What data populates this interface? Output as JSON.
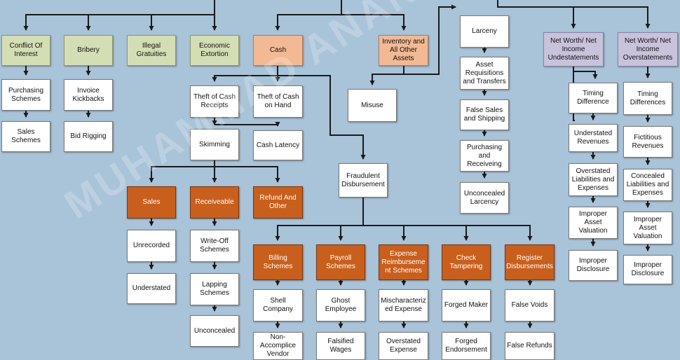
{
  "corruption": {
    "conflict_of_interest": "Conflict Of Interest",
    "purchasing_schemes": "Purchasing Schemes",
    "sales_schemes": "Sales Schemes",
    "bribery": "Bribery",
    "invoice_kickbacks": "Invoice Kickbacks",
    "bid_rigging": "Bid Rigging",
    "illegal_gratuities": "Illegal Gratuities",
    "economic_extortion": "Economic Extortion"
  },
  "cash": {
    "title": "Cash",
    "theft_receipts": "Theft of Cash Receipts",
    "theft_on_hand": "Theft of Cash on Hand",
    "skimming": "Skimming",
    "cash_latency": "Cash Latency",
    "sales": "Sales",
    "receivable": "Receiveable",
    "refund_other": "Refund And Other",
    "unrecorded": "Unrecorded",
    "understated": "Understated",
    "write_off": "Write-Off Schemes",
    "lapping": "Lapping Schemes",
    "unconcealed": "Unconcealed",
    "fraudulent_disbursement": "Fraudulent Disbursement",
    "billing": "Billing Schemes",
    "payroll": "Payroll Schemes",
    "expense": "Expense Reimburseme nt Schemes",
    "check": "Check Tampering",
    "register": "Register Disbursements",
    "shell_company": "Shell Company",
    "non_accomplice": "Non-Accomplice Vendor",
    "ghost_employee": "Ghost Employee",
    "falsified_wages": "Falsified Wages",
    "mischaracterized": "Mischaracteriz ed Expense",
    "overstated_expense": "Overstated Expense",
    "forged_maker": "Forged Maker",
    "forged_endorsement": "Forged Endorsement",
    "false_voids": "False Voids",
    "false_refunds": "False Refunds"
  },
  "inventory": {
    "title": "Inventory and All Other Assets",
    "misuse": "Misuse",
    "larceny": "Larceny",
    "asset_requisitions": "Asset Requisitions and Transfers",
    "false_sales": "False Sales and Shipping",
    "purchasing_receiving": "Purchasing and Receiveing",
    "unconcealed_larceny": "Unconcealed Larcency"
  },
  "financial": {
    "understatements": "Net Worth/ Net Income Undestatements",
    "overstatements": "Net Worth/ Net Income Overstatements",
    "u_timing": "Timing Difference",
    "u_revenues": "Understated Revenues",
    "u_liabilities": "Overstated Liabilities and Expenses",
    "u_valuation": "Improper Asset Valuation",
    "u_disclosure": "Improper Disclosure",
    "o_timing": "Timing Differences",
    "o_revenues": "Fictitious Revenues",
    "o_liabilities": "Concealed Liabilities and Expenses",
    "o_valuation": "Improper Asset Valuation",
    "o_disclosure": "Improper Disclosure"
  },
  "watermark": "MUHAMMAD ANAND HIDAYAT"
}
